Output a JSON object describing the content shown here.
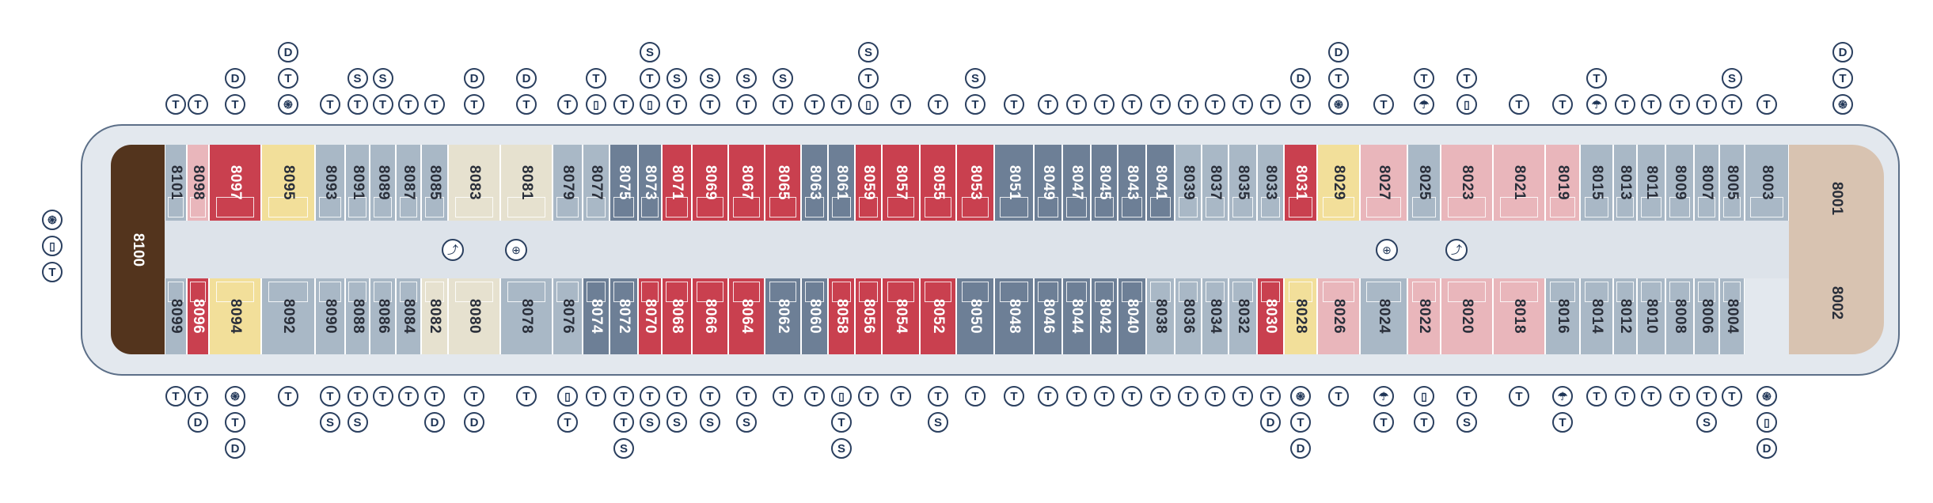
{
  "colors": {
    "red": "#c9404f",
    "pink": "#e9b6bb",
    "gray_dark": "#6d7f96",
    "gray_light": "#a9b8c6",
    "cream": "#e6e1cf",
    "yellow": "#f2df9a",
    "brown": "#53341d",
    "tan": "#d8c3b1"
  },
  "symbol_glyphs": {
    "T": "T",
    "S": "S",
    "D": "D",
    "spa": "֍",
    "tub": "▯",
    "hair": "☂"
  },
  "cabins_top": [
    {
      "num": "8101",
      "color": "gray_light"
    },
    {
      "num": "8098",
      "color": "pink"
    },
    {
      "num": "8097",
      "color": "red"
    },
    {
      "num": "8095",
      "color": "yellow"
    },
    {
      "num": "8093",
      "color": "gray_light"
    },
    {
      "num": "8091",
      "color": "gray_light"
    },
    {
      "num": "8089",
      "color": "gray_light"
    },
    {
      "num": "8087",
      "color": "gray_light"
    },
    {
      "num": "8085",
      "color": "gray_light"
    },
    {
      "num": "8083",
      "color": "cream"
    },
    {
      "num": "8081",
      "color": "cream"
    },
    {
      "num": "8079",
      "color": "gray_light"
    },
    {
      "num": "8077",
      "color": "gray_light"
    },
    {
      "num": "8075",
      "color": "gray_dark"
    },
    {
      "num": "8073",
      "color": "gray_dark"
    },
    {
      "num": "8071",
      "color": "red"
    },
    {
      "num": "8069",
      "color": "red"
    },
    {
      "num": "8067",
      "color": "red"
    },
    {
      "num": "8065",
      "color": "red"
    },
    {
      "num": "8063",
      "color": "gray_dark"
    },
    {
      "num": "8061",
      "color": "gray_dark"
    },
    {
      "num": "8059",
      "color": "red"
    },
    {
      "num": "8057",
      "color": "red"
    },
    {
      "num": "8055",
      "color": "red"
    },
    {
      "num": "8053",
      "color": "red"
    },
    {
      "num": "8051",
      "color": "gray_dark"
    },
    {
      "num": "8049",
      "color": "gray_dark"
    },
    {
      "num": "8047",
      "color": "gray_dark"
    },
    {
      "num": "8045",
      "color": "gray_dark"
    },
    {
      "num": "8043",
      "color": "gray_dark"
    },
    {
      "num": "8041",
      "color": "gray_dark"
    },
    {
      "num": "8039",
      "color": "gray_light"
    },
    {
      "num": "8037",
      "color": "gray_light"
    },
    {
      "num": "8035",
      "color": "gray_light"
    },
    {
      "num": "8033",
      "color": "gray_light"
    },
    {
      "num": "8031",
      "color": "red"
    },
    {
      "num": "8029",
      "color": "yellow"
    },
    {
      "num": "8027",
      "color": "pink"
    },
    {
      "num": "8025",
      "color": "gray_light"
    },
    {
      "num": "8023",
      "color": "pink"
    },
    {
      "num": "8021",
      "color": "pink"
    },
    {
      "num": "8019",
      "color": "pink"
    },
    {
      "num": "8015",
      "color": "gray_light"
    },
    {
      "num": "8013",
      "color": "gray_light"
    },
    {
      "num": "8011",
      "color": "gray_light"
    },
    {
      "num": "8009",
      "color": "gray_light"
    },
    {
      "num": "8007",
      "color": "gray_light"
    },
    {
      "num": "8005",
      "color": "gray_light"
    },
    {
      "num": "8003",
      "color": "gray_light"
    }
  ],
  "cabins_bottom": [
    {
      "num": "8099",
      "color": "gray_light"
    },
    {
      "num": "8096",
      "color": "red"
    },
    {
      "num": "8094",
      "color": "yellow"
    },
    {
      "num": "8092",
      "color": "gray_light"
    },
    {
      "num": "8090",
      "color": "gray_light"
    },
    {
      "num": "8088",
      "color": "gray_light"
    },
    {
      "num": "8086",
      "color": "gray_light"
    },
    {
      "num": "8084",
      "color": "gray_light"
    },
    {
      "num": "8082",
      "color": "cream"
    },
    {
      "num": "8080",
      "color": "cream"
    },
    {
      "num": "8078",
      "color": "gray_light"
    },
    {
      "num": "8076",
      "color": "gray_light"
    },
    {
      "num": "8074",
      "color": "gray_dark"
    },
    {
      "num": "8072",
      "color": "gray_dark"
    },
    {
      "num": "8070",
      "color": "red"
    },
    {
      "num": "8068",
      "color": "red"
    },
    {
      "num": "8066",
      "color": "red"
    },
    {
      "num": "8064",
      "color": "red"
    },
    {
      "num": "8062",
      "color": "gray_dark"
    },
    {
      "num": "8060",
      "color": "gray_dark"
    },
    {
      "num": "8058",
      "color": "red"
    },
    {
      "num": "8056",
      "color": "red"
    },
    {
      "num": "8054",
      "color": "red"
    },
    {
      "num": "8052",
      "color": "red"
    },
    {
      "num": "8050",
      "color": "gray_dark"
    },
    {
      "num": "8048",
      "color": "gray_dark"
    },
    {
      "num": "8046",
      "color": "gray_dark"
    },
    {
      "num": "8044",
      "color": "gray_dark"
    },
    {
      "num": "8042",
      "color": "gray_dark"
    },
    {
      "num": "8040",
      "color": "gray_dark"
    },
    {
      "num": "8038",
      "color": "gray_light"
    },
    {
      "num": "8036",
      "color": "gray_light"
    },
    {
      "num": "8034",
      "color": "gray_light"
    },
    {
      "num": "8032",
      "color": "gray_light"
    },
    {
      "num": "8030",
      "color": "red"
    },
    {
      "num": "8028",
      "color": "yellow"
    },
    {
      "num": "8026",
      "color": "pink"
    },
    {
      "num": "8024",
      "color": "gray_light"
    },
    {
      "num": "8022",
      "color": "pink"
    },
    {
      "num": "8020",
      "color": "pink"
    },
    {
      "num": "8018",
      "color": "pink"
    },
    {
      "num": "8016",
      "color": "gray_light"
    },
    {
      "num": "8014",
      "color": "gray_light"
    },
    {
      "num": "8012",
      "color": "gray_light"
    },
    {
      "num": "8010",
      "color": "gray_light"
    },
    {
      "num": "8008",
      "color": "gray_light"
    },
    {
      "num": "8006",
      "color": "gray_light"
    },
    {
      "num": "8004",
      "color": "gray_light"
    }
  ],
  "suites": [
    {
      "num": "8100",
      "color": "brown"
    },
    {
      "num": "8001",
      "color": "tan"
    },
    {
      "num": "8002",
      "color": "tan"
    }
  ],
  "symbols_top": [
    [
      "T"
    ],
    [
      "T"
    ],
    [
      "D",
      "T"
    ],
    [
      "D",
      "T",
      "spa"
    ],
    [
      "T"
    ],
    [
      "S",
      "T"
    ],
    [
      "S",
      "T"
    ],
    [
      "T"
    ],
    [
      "T"
    ],
    [
      "D",
      "T"
    ],
    [
      "D",
      "T"
    ],
    [
      "T"
    ],
    [
      "T",
      "tub"
    ],
    [
      "T"
    ],
    [
      "S",
      "T",
      "tub"
    ],
    [
      "S",
      "T"
    ],
    [
      "S",
      "T"
    ],
    [
      "S",
      "T"
    ],
    [
      "S",
      "T"
    ],
    [
      "T"
    ],
    [
      "T"
    ],
    [
      "S",
      "T",
      "tub"
    ],
    [
      "T"
    ],
    [
      "T"
    ],
    [
      "S",
      "T"
    ],
    [
      "T"
    ],
    [
      "T"
    ],
    [
      "T"
    ],
    [
      "T"
    ],
    [
      "T"
    ],
    [
      "T"
    ],
    [
      "T"
    ],
    [
      "T"
    ],
    [
      "T"
    ],
    [
      "T"
    ],
    [
      "D",
      "T"
    ],
    [
      "D",
      "T",
      "spa"
    ],
    [
      "T"
    ],
    [
      "T",
      "hair"
    ],
    [
      "T",
      "tub"
    ],
    [
      "T"
    ],
    [
      "T"
    ],
    [
      "T",
      "hair"
    ],
    [
      "T"
    ],
    [
      "T"
    ],
    [
      "T"
    ],
    [
      "T"
    ],
    [
      "S",
      "T"
    ],
    [
      "T"
    ],
    [
      "D",
      "T",
      "spa"
    ]
  ],
  "symbols_bottom": [
    [
      "T"
    ],
    [
      "T",
      "D"
    ],
    [
      "spa",
      "T",
      "D"
    ],
    [
      "T"
    ],
    [
      "T",
      "S"
    ],
    [
      "T",
      "S"
    ],
    [
      "T"
    ],
    [
      "T"
    ],
    [
      "T",
      "D"
    ],
    [
      "T",
      "D"
    ],
    [
      "T"
    ],
    [
      "tub",
      "T"
    ],
    [
      "T"
    ],
    [
      "T",
      "T",
      "S"
    ],
    [
      "T",
      "S"
    ],
    [
      "T",
      "S"
    ],
    [
      "T",
      "S"
    ],
    [
      "T",
      "S"
    ],
    [
      "T"
    ],
    [
      "T"
    ],
    [
      "tub",
      "T",
      "S"
    ],
    [
      "T"
    ],
    [
      "T"
    ],
    [
      "T",
      "S"
    ],
    [
      "T"
    ],
    [
      "T"
    ],
    [
      "T"
    ],
    [
      "T"
    ],
    [
      "T"
    ],
    [
      "T"
    ],
    [
      "T"
    ],
    [
      "T"
    ],
    [
      "T"
    ],
    [
      "T"
    ],
    [
      "T",
      "D"
    ],
    [
      "spa",
      "T",
      "D"
    ],
    [
      "T"
    ],
    [
      "hair",
      "T"
    ],
    [
      "tub",
      "T"
    ],
    [
      "T",
      "S"
    ],
    [
      "T"
    ],
    [
      "hair",
      "T"
    ],
    [
      "T"
    ],
    [
      "T"
    ],
    [
      "T"
    ],
    [
      "T"
    ],
    [
      "T",
      "S"
    ],
    [
      "T"
    ],
    [
      "spa",
      "tub",
      "D"
    ]
  ],
  "symbols_aft": [
    "spa",
    "tub",
    "T"
  ]
}
